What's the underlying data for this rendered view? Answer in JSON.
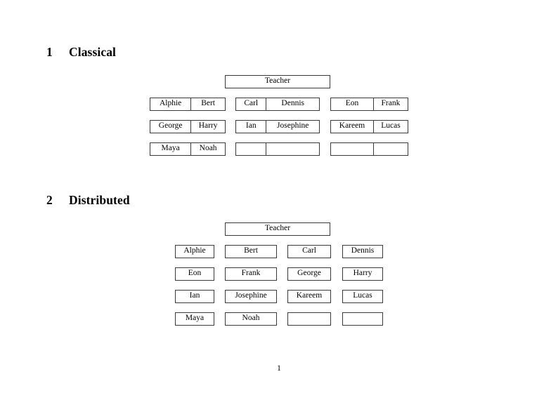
{
  "document": {
    "page_number": "1"
  },
  "sections": [
    {
      "number": "1",
      "title": "Classical",
      "teacher_label": "Teacher",
      "groups": [
        {
          "name": "left",
          "rows": [
            [
              "Alphie",
              "Bert"
            ],
            [
              "George",
              "Harry"
            ],
            [
              "Maya",
              "Noah"
            ]
          ]
        },
        {
          "name": "middle",
          "rows": [
            [
              "Carl",
              "Dennis"
            ],
            [
              "Ian",
              "Josephine"
            ],
            [
              "",
              ""
            ]
          ]
        },
        {
          "name": "right",
          "rows": [
            [
              "Eon",
              "Frank"
            ],
            [
              "Kareem",
              "Lucas"
            ],
            [
              "",
              ""
            ]
          ]
        }
      ]
    },
    {
      "number": "2",
      "title": "Distributed",
      "teacher_label": "Teacher",
      "columns": [
        {
          "name": "column-1",
          "cells": [
            "Alphie",
            "Eon",
            "Ian",
            "Maya"
          ]
        },
        {
          "name": "column-2",
          "cells": [
            "Bert",
            "Frank",
            "Josephine",
            "Noah"
          ]
        },
        {
          "name": "column-3",
          "cells": [
            "Carl",
            "George",
            "Kareem",
            ""
          ]
        },
        {
          "name": "column-4",
          "cells": [
            "Dennis",
            "Harry",
            "Lucas",
            ""
          ]
        }
      ]
    }
  ],
  "colors": {
    "page_background": "#ffffff",
    "text": "#000000",
    "box_border": "#3a3a3a"
  }
}
